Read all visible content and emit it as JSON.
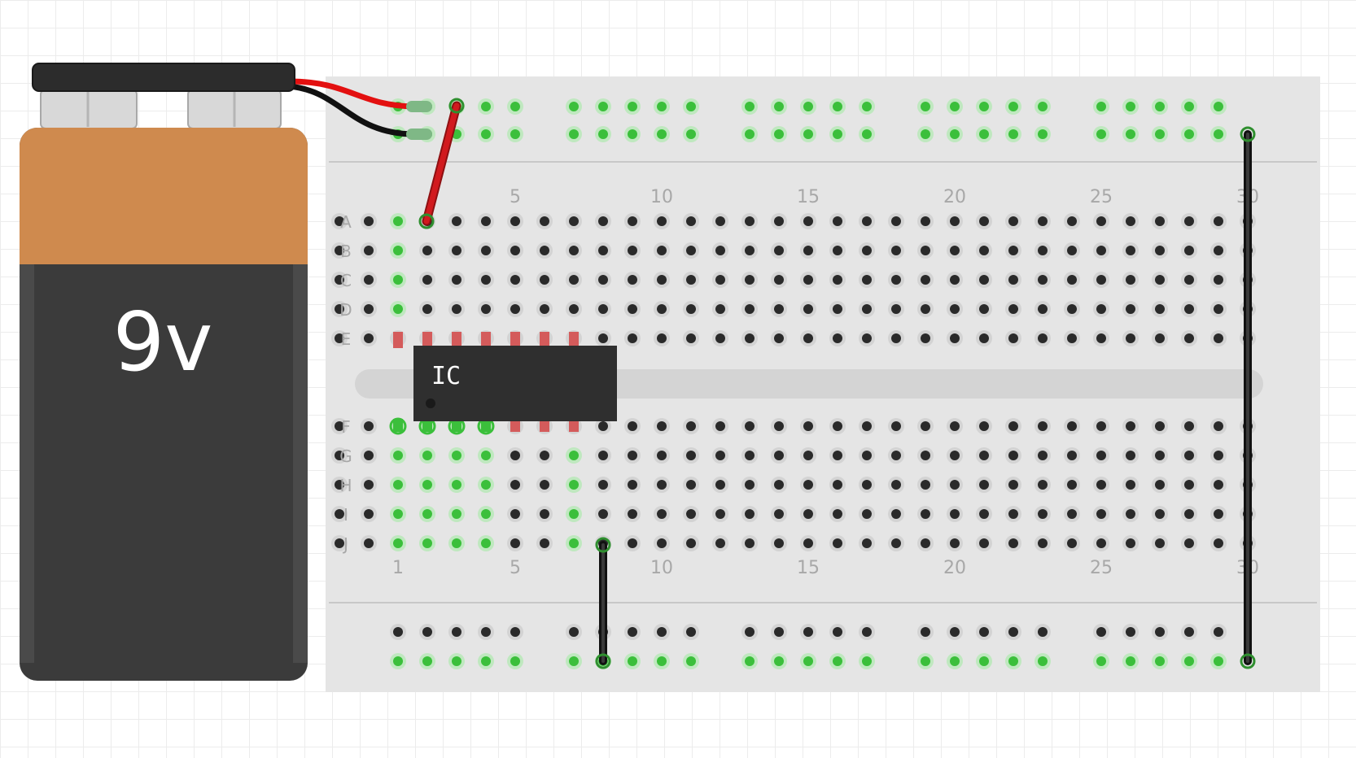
{
  "battery": {
    "label": "9v",
    "top_color": "#cf8a4e",
    "body_color": "#3b3b3b",
    "cap_color": "#2c2c2c"
  },
  "ic": {
    "label": "IC",
    "pins_per_side": 7,
    "color": "#2f2f2f"
  },
  "breadboard": {
    "row_labels_top": [
      "A",
      "B",
      "C",
      "D",
      "E"
    ],
    "row_labels_bottom": [
      "F",
      "G",
      "H",
      "I",
      "J"
    ],
    "column_numbers": [
      "1",
      "5",
      "10",
      "15",
      "20",
      "25",
      "30"
    ],
    "columns": 32,
    "board_color": "#e5e5e5",
    "hole_color": "#2a2a2a",
    "connected_color": "#3bbf3b",
    "blocked_color": "#d9534f"
  },
  "wires": [
    {
      "name": "battery-positive-lead",
      "color": "#e31010"
    },
    {
      "name": "battery-negative-lead",
      "color": "#111111"
    },
    {
      "name": "jumper-red",
      "color": "#c0191c"
    },
    {
      "name": "jumper-black-short",
      "color": "#1a1a1a"
    },
    {
      "name": "jumper-black-long",
      "color": "#1a1a1a"
    }
  ]
}
